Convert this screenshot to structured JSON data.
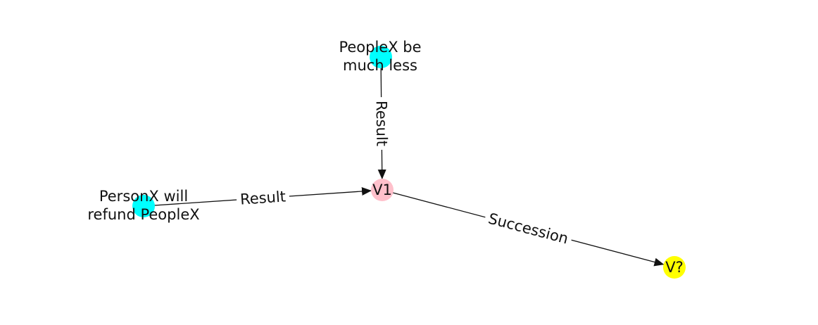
{
  "diagram": {
    "colors": {
      "cyan": "#00ffff",
      "pink": "#ffc0cb",
      "yellow": "#ffff00",
      "edge": "#111111",
      "label_bg": "#ffffff"
    },
    "nodes": [
      {
        "id": "peoplex_less",
        "lines": [
          "PeopleX be",
          "much less"
        ],
        "color": "#00ffff"
      },
      {
        "id": "personx_refund",
        "lines": [
          "PersonX will",
          "refund PeopleX"
        ],
        "color": "#00ffff"
      },
      {
        "id": "v1",
        "lines": [
          "V1"
        ],
        "color": "#ffc0cb"
      },
      {
        "id": "vq",
        "lines": [
          "V?"
        ],
        "color": "#ffff00"
      }
    ],
    "edges": [
      {
        "id": "edge-peoplex-v1",
        "source": "peoplex_less",
        "target": "v1",
        "label": "Result"
      },
      {
        "id": "edge-personx-v1",
        "source": "personx_refund",
        "target": "v1",
        "label": "Result"
      },
      {
        "id": "edge-v1-vq",
        "source": "v1",
        "target": "vq",
        "label": "Succession"
      }
    ]
  }
}
